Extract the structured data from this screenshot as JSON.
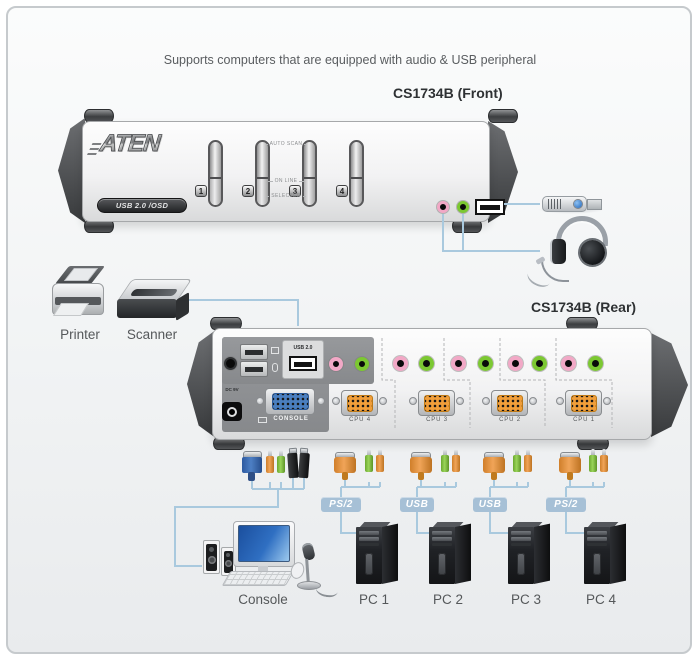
{
  "note": "Supports computers that are equipped with audio & USB peripheral",
  "front": {
    "label": "CS1734B (Front)",
    "logo": "ATEN",
    "badge": "USB 2.0 /OSD",
    "port_numbers": [
      "1",
      "2",
      "3",
      "4"
    ],
    "indicators": {
      "auto_scan": "AUTO SCAN",
      "on_line": "ON LINE",
      "selected": "SELECTED"
    }
  },
  "rear": {
    "label": "CS1734B (Rear)",
    "ports": {
      "usb20": "USB 2.0",
      "dc": "DC 9V",
      "console": "CONSOLE",
      "cpus": [
        "CPU 4",
        "CPU 3",
        "CPU 2",
        "CPU 1"
      ]
    }
  },
  "connection_badges": [
    "PS/2",
    "USB",
    "USB",
    "PS/2"
  ],
  "devices": {
    "printer": "Printer",
    "scanner": "Scanner",
    "console": "Console",
    "pcs": [
      "PC 1",
      "PC 2",
      "PC 3",
      "PC 4"
    ]
  },
  "colors": {
    "connection_line": "#a9c9de",
    "badge_bg": "#a6c0d6",
    "mic_jack_pink": "#f2a8c6",
    "audio_jack_green": "#7cc832",
    "vga_cpu_orange": "#f09e3a",
    "vga_console_blue": "#4a7fc0"
  }
}
